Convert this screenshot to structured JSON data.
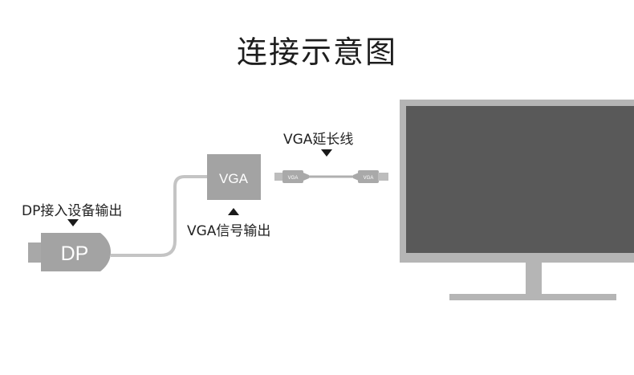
{
  "title": "连接示意图",
  "labels": {
    "dp_source": "DP接入设备输出",
    "vga_output": "VGA信号输出",
    "vga_cable": "VGA延长线"
  },
  "connectors": {
    "dp_plug_text": "DP",
    "vga_box_text": "VGA",
    "cable_end_text": "VGA"
  },
  "colors": {
    "connector_gray": "#a3a3a3",
    "cable_gray": "#c4c4c4",
    "screen_dark": "#595959",
    "monitor_frame": "#b5b5b5",
    "arrow_black": "#1a1a1a"
  }
}
